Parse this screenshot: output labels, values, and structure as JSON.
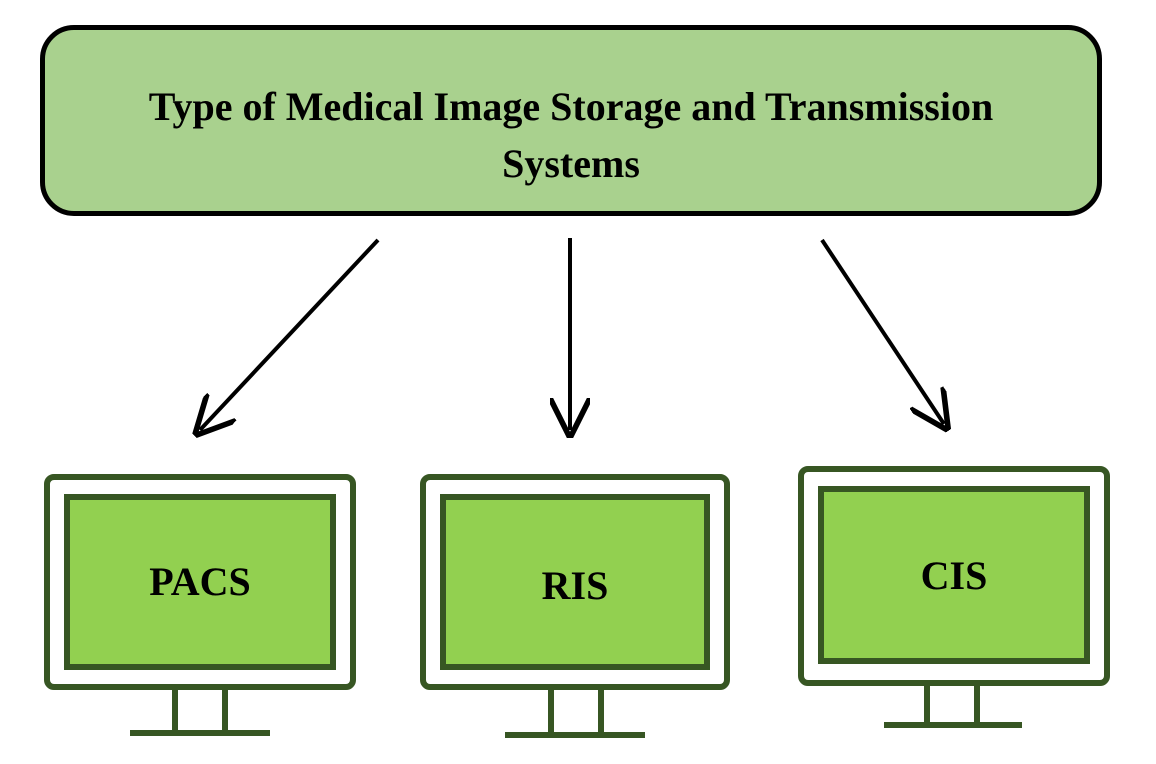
{
  "title": {
    "line1": "Type of  Medical Image Storage and Transmission",
    "line2": "Systems"
  },
  "systems": [
    {
      "label": "PACS"
    },
    {
      "label": "RIS"
    },
    {
      "label": "CIS"
    }
  ],
  "colors": {
    "title_fill": "#a9d18e",
    "title_border": "#000000",
    "screen_fill": "#92d050",
    "monitor_frame": "#375623",
    "arrow": "#000000"
  }
}
